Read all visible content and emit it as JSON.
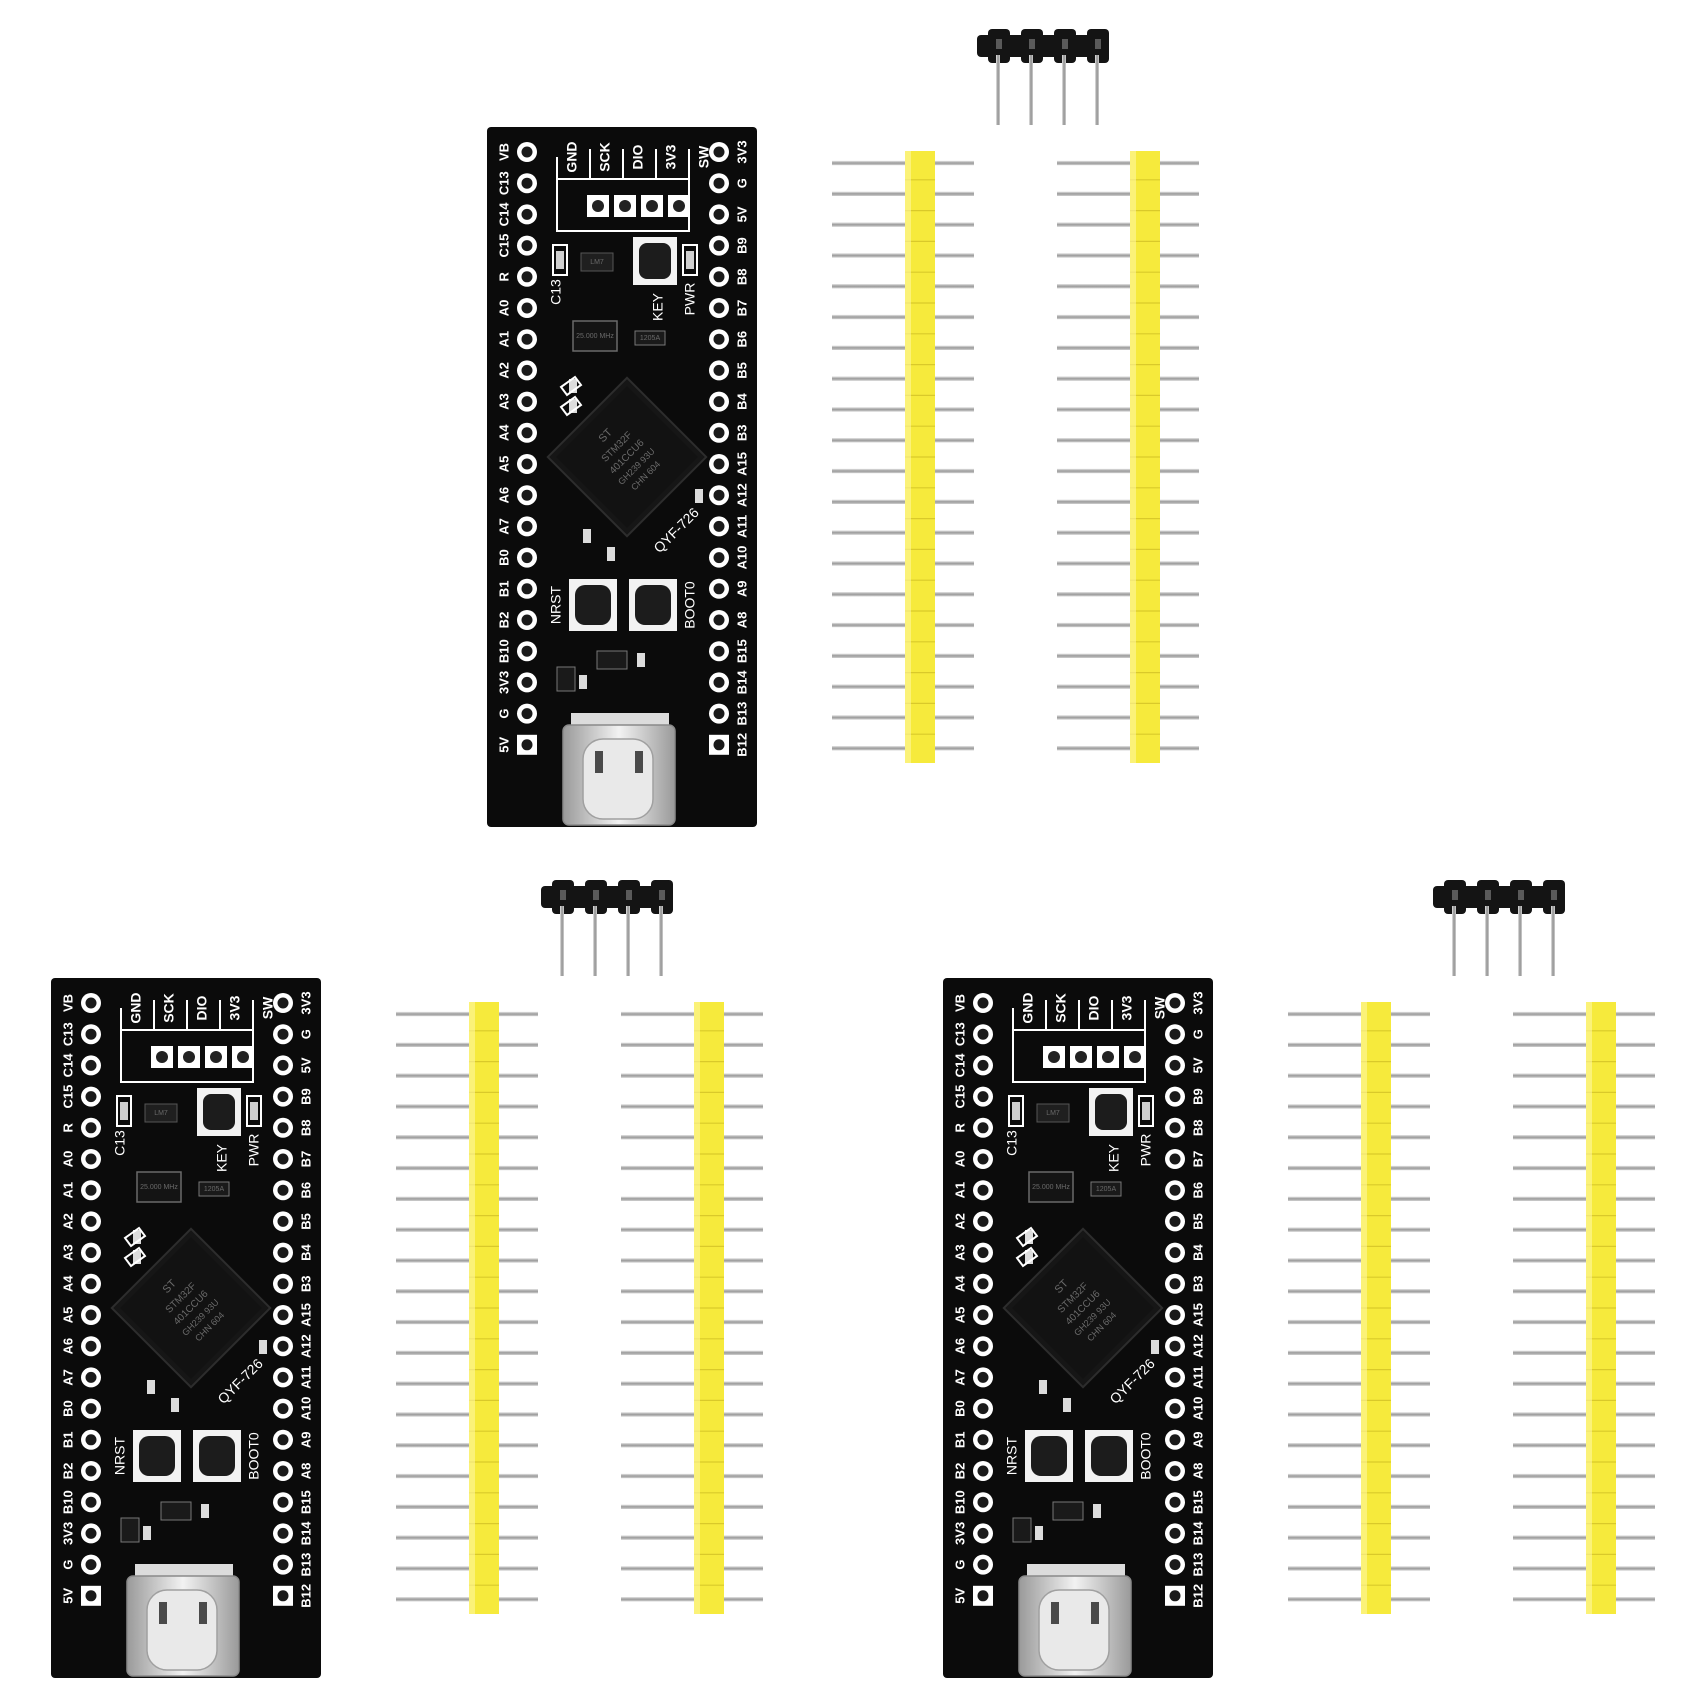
{
  "kit": {
    "board": {
      "left_pins": [
        "VB",
        "C13",
        "C14",
        "C15",
        "R",
        "A0",
        "A1",
        "A2",
        "A3",
        "A4",
        "A5",
        "A6",
        "A7",
        "B0",
        "B1",
        "B2",
        "B10",
        "3V3",
        "G",
        "5V"
      ],
      "right_pins": [
        "3V3",
        "G",
        "5V",
        "B9",
        "B8",
        "B7",
        "B6",
        "B5",
        "B4",
        "B3",
        "A15",
        "A12",
        "A11",
        "A10",
        "A9",
        "A8",
        "B15",
        "B14",
        "B13",
        "B12"
      ],
      "swd_labels": [
        "GND",
        "SCK",
        "DIO",
        "3V3"
      ],
      "sw_label": "SW",
      "key_label": "KEY",
      "pwr_label": "PWR",
      "cap_label": "C13",
      "nrst_label": "NRST",
      "boot_label": "BOOT0",
      "mcu_brand": "ST",
      "mcu_part": "STM32F",
      "mcu_line2": "401CCU6",
      "mcu_line3": "GH239 93U",
      "mcu_line4": "CHN 604",
      "board_model": "QYF-726",
      "crystal_label": "25.000 MHz",
      "regulator_label": "1205A",
      "ldo_label": "LM7"
    },
    "header_pin_count": 20,
    "small_header_pin_count": 4
  },
  "colors": {
    "pcb": "#0b0b0b",
    "pad": "#ffffff",
    "silkscreen": "#ffffff",
    "header_plastic": "#f6ea3c",
    "header_plastic_shade": "#d9c92a",
    "pin_metal": "#b8b8b8",
    "black_plastic": "#141414"
  }
}
